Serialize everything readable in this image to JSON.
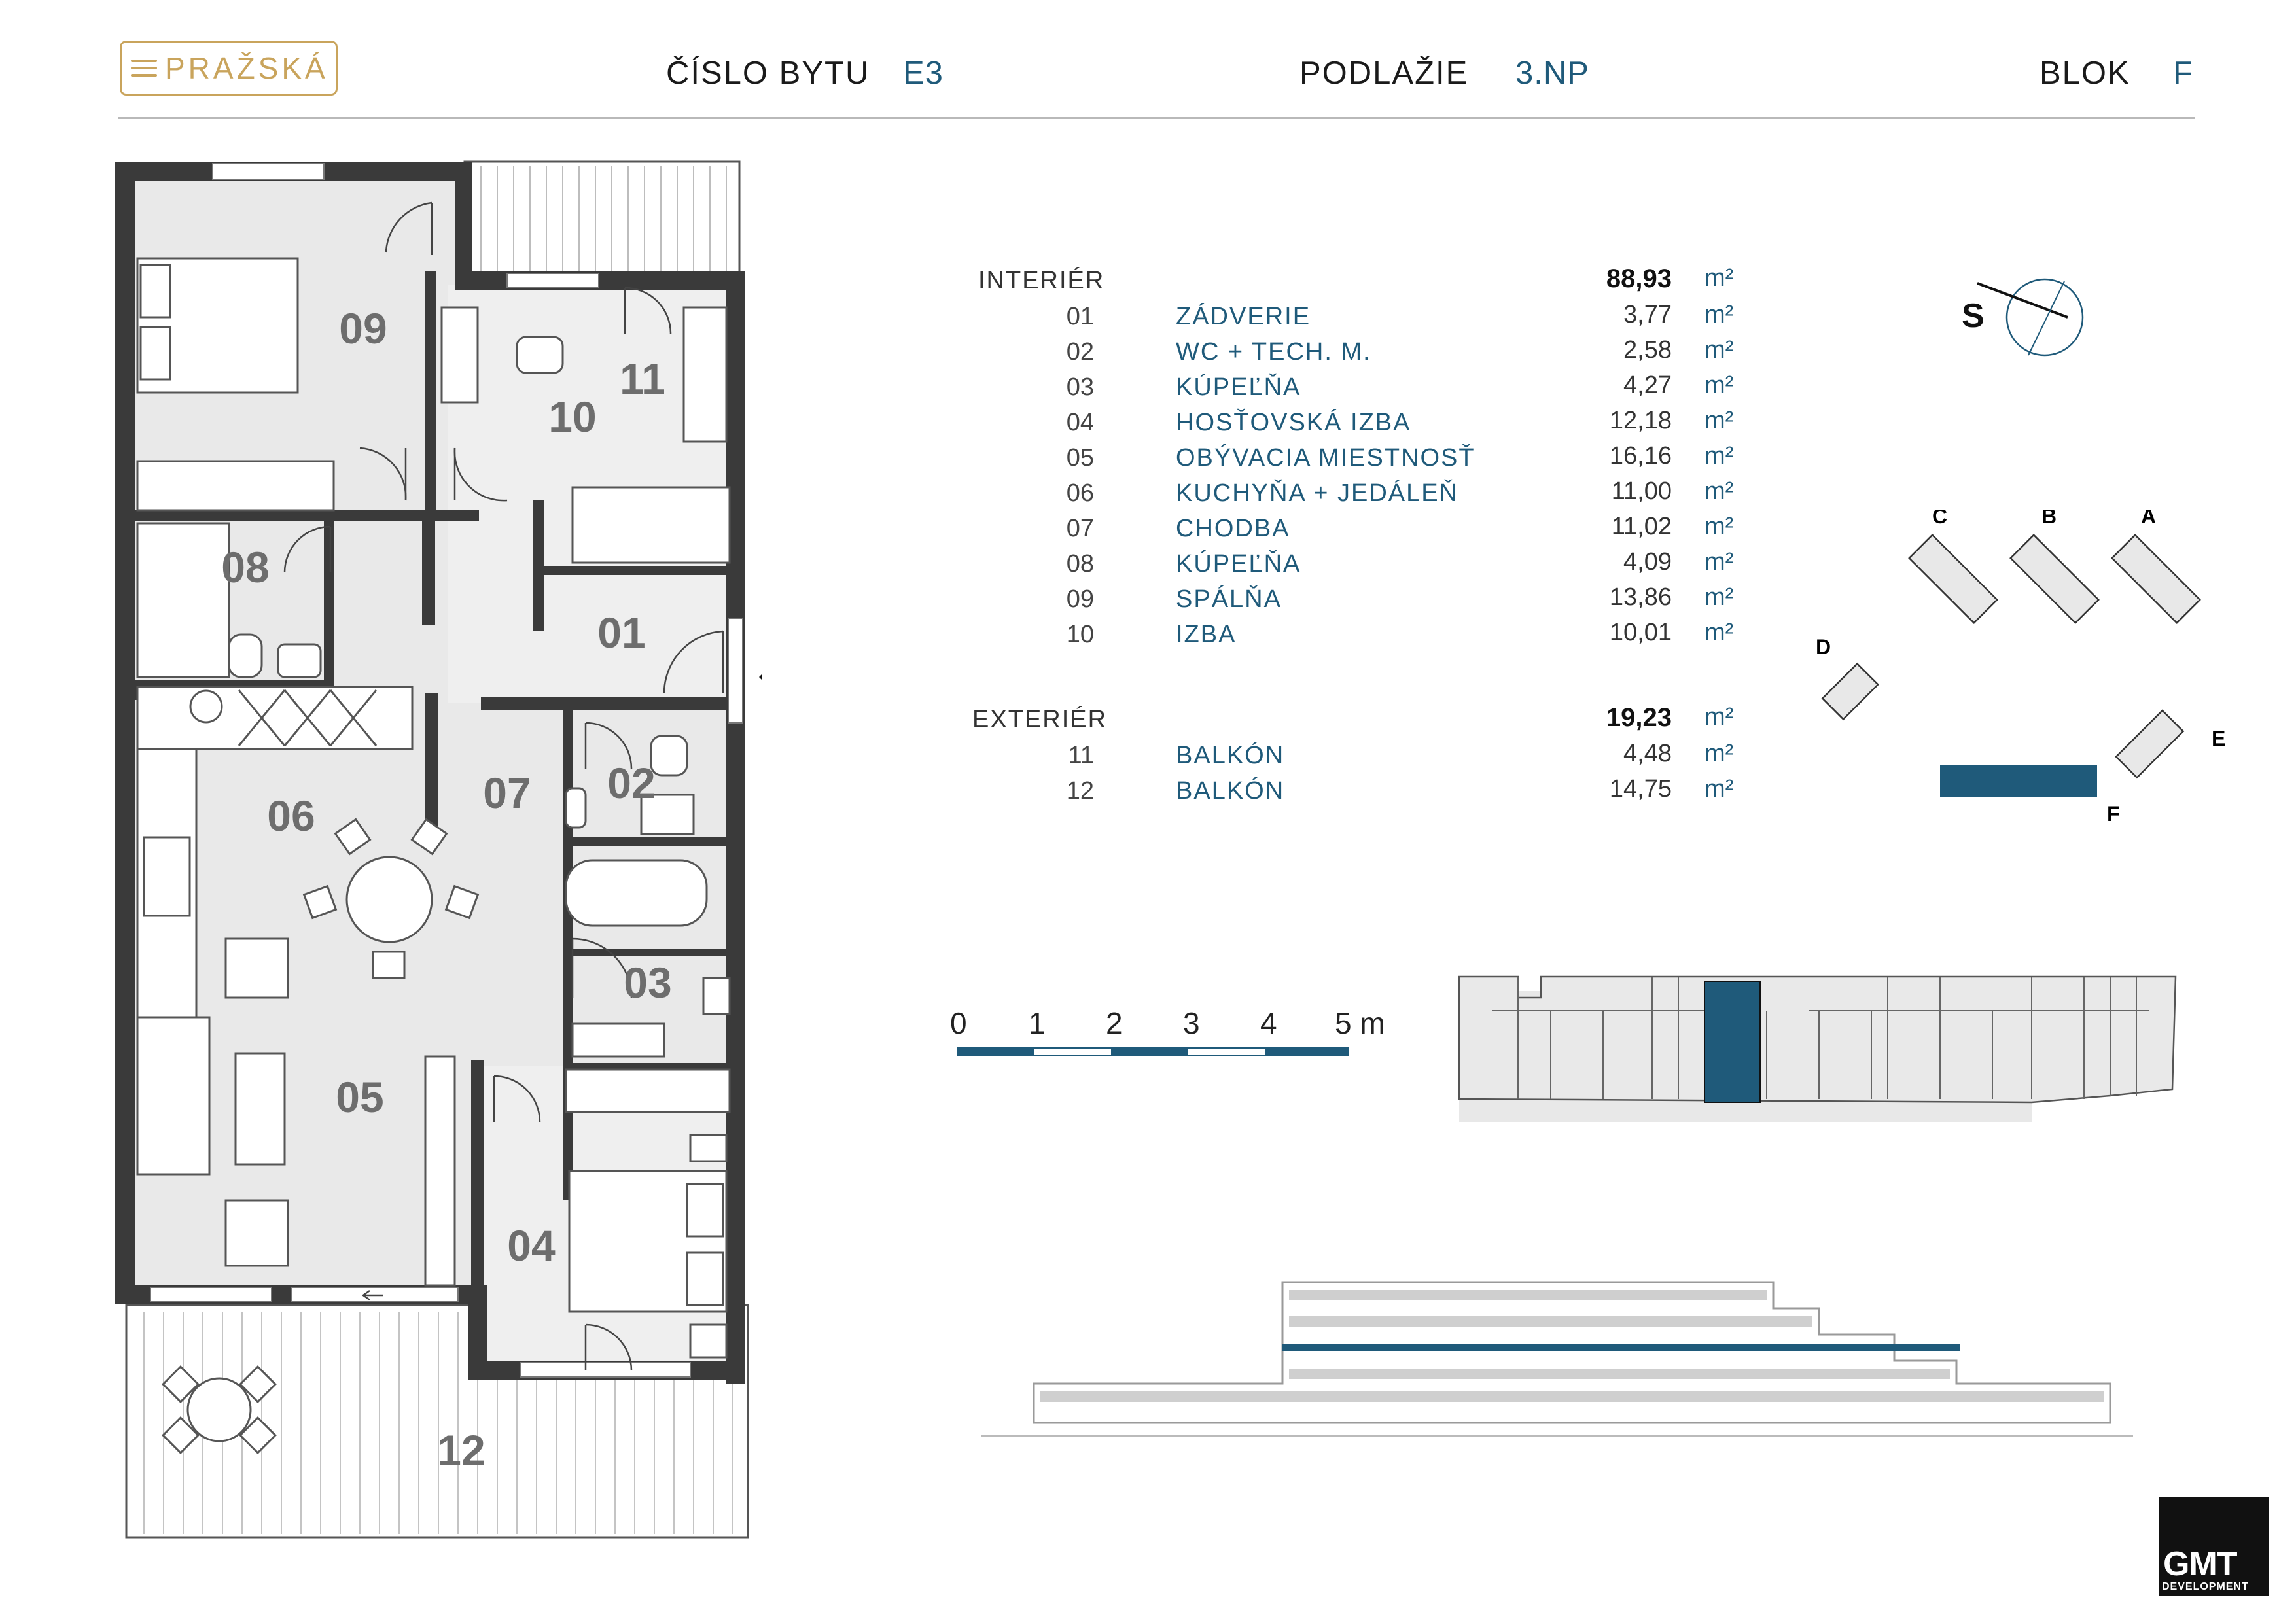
{
  "header": {
    "brand": "PRAŽSKÁ",
    "apt_label": "ČÍSLO BYTU",
    "apt_value": "E3",
    "floor_label": "PODLAŽIE",
    "floor_value": "3.NP",
    "block_label": "BLOK",
    "block_value": "F"
  },
  "areas": {
    "interior_label": "INTERIÉR",
    "interior_total": "88,93",
    "exterior_label": "EXTERIÉR",
    "exterior_total": "19,23",
    "unit": "m²",
    "interior_rooms": [
      {
        "id": "01",
        "name": "ZÁDVERIE",
        "area": "3,77"
      },
      {
        "id": "02",
        "name": "WC + TECH. M.",
        "area": "2,58"
      },
      {
        "id": "03",
        "name": "KÚPEĽŇA",
        "area": "4,27"
      },
      {
        "id": "04",
        "name": "HOSŤOVSKÁ IZBA",
        "area": "12,18"
      },
      {
        "id": "05",
        "name": "OBÝVACIA MIESTNOSŤ",
        "area": "16,16"
      },
      {
        "id": "06",
        "name": "KUCHYŇA + JEDÁLEŇ",
        "area": "11,00"
      },
      {
        "id": "07",
        "name": "CHODBA",
        "area": "11,02"
      },
      {
        "id": "08",
        "name": "KÚPEĽŇA",
        "area": "4,09"
      },
      {
        "id": "09",
        "name": "SPÁLŇA",
        "area": "13,86"
      },
      {
        "id": "10",
        "name": "IZBA",
        "area": "10,01"
      }
    ],
    "exterior_rooms": [
      {
        "id": "11",
        "name": "BALKÓN",
        "area": "4,48"
      },
      {
        "id": "12",
        "name": "BALKÓN",
        "area": "14,75"
      }
    ]
  },
  "plan_labels": {
    "r01": "01",
    "r02": "02",
    "r03": "03",
    "r04": "04",
    "r05": "05",
    "r06": "06",
    "r07": "07",
    "r08": "08",
    "r09": "09",
    "r10": "10",
    "r11": "11",
    "r12": "12"
  },
  "compass": {
    "north_letter": "S"
  },
  "site_blocks": {
    "a": "A",
    "b": "B",
    "c": "C",
    "d": "D",
    "e": "E",
    "f": "F"
  },
  "scale": {
    "ticks": [
      "0",
      "1",
      "2",
      "3",
      "4",
      "5 m"
    ]
  },
  "developer": {
    "name": "GMT",
    "sub": "DEVELOPMENT"
  },
  "colors": {
    "accent": "#1f5a7a",
    "gold": "#c9a45c",
    "wall": "#3a3a3a",
    "floor": "#e8e8e8"
  }
}
